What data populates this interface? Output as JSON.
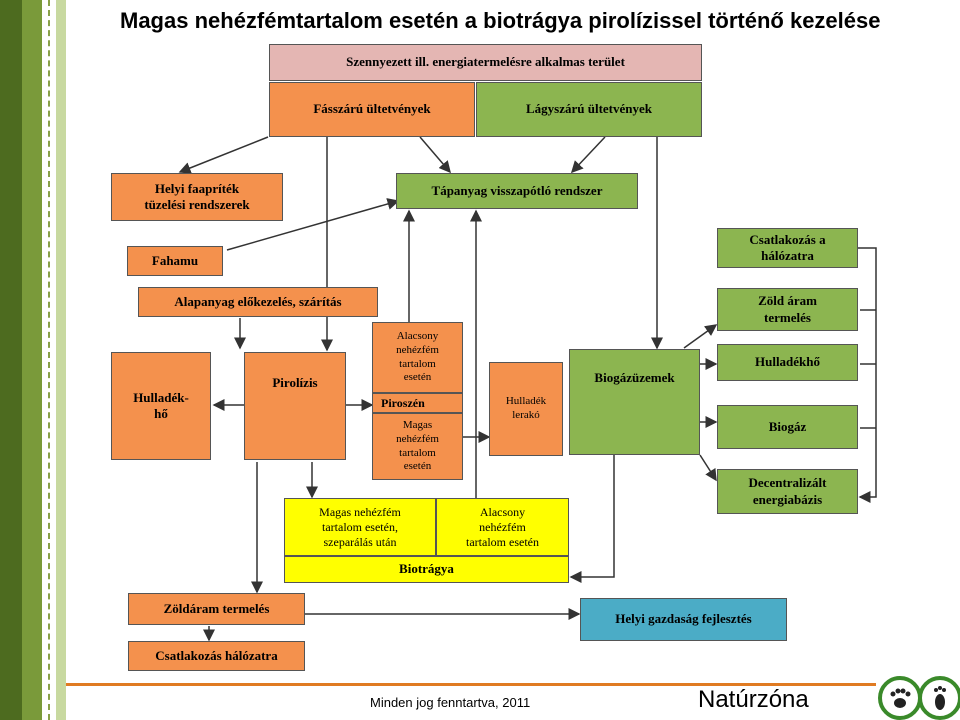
{
  "title": "Magas nehézfémtartalom esetén a biotrágya pirolízissel történő kezelése",
  "boxes": {
    "top": "Szennyezett ill. energiatermelésre alkalmas terület",
    "fasszaru": "Fásszárú ültetvények",
    "lagyszaru": "Lágyszárú ültetvények",
    "helyi_faapritek": "Helyi faapríték\ntüzelési rendszerek",
    "tapanyag": "Tápanyag visszapótló rendszer",
    "fahamu": "Fahamu",
    "csatlakozas_halozatra_right": "Csatlakozás a\nhálózatra",
    "alapanyag": "Alapanyag előkezelés, szárítás",
    "zold_aram_termeles": "Zöld áram\ntermelés",
    "alacsony_nehezfem": "Alacsony\nnehézfém\ntartalom\nesetén",
    "piroszen": "Piroszén",
    "magas_nehezfem": "Magas\nnehézfém\ntartalom\nesetén",
    "hulladekho_left": "Hulladék-\nhő",
    "pirolizis": "Pirolízis",
    "hulladek_lerako": "Hulladék\nlerakó",
    "biogazuzemek": "Biogázüzemek",
    "hulladekho_right": "Hulladékhő",
    "biogaz": "Biogáz",
    "decentralizalt": "Decentralizált\nenergiabázis",
    "biotragya_magas": "Magas nehézfém\ntartalom esetén,\nszeparálás után",
    "biotragya_alacsony": "Alacsony\nnehézfém\ntartalom esetén",
    "biotragya": "Biotrágya",
    "zoldaram_termeles_bottom": "Zöldáram termelés",
    "helyi_gazdasag": "Helyi gazdaság fejlesztés",
    "csatlakozas_halozatra_bottom": "Csatlakozás hálózatra"
  },
  "footer": {
    "copyright": "Minden jog fenntartva, 2011",
    "brand": "Natúrzóna"
  },
  "colors": {
    "pink": "#e4b6b3",
    "orange": "#f4914d",
    "green": "#8cb550",
    "yellow": "#ffff00",
    "blue": "#4bacc6",
    "accent_line": "#e07b22"
  }
}
